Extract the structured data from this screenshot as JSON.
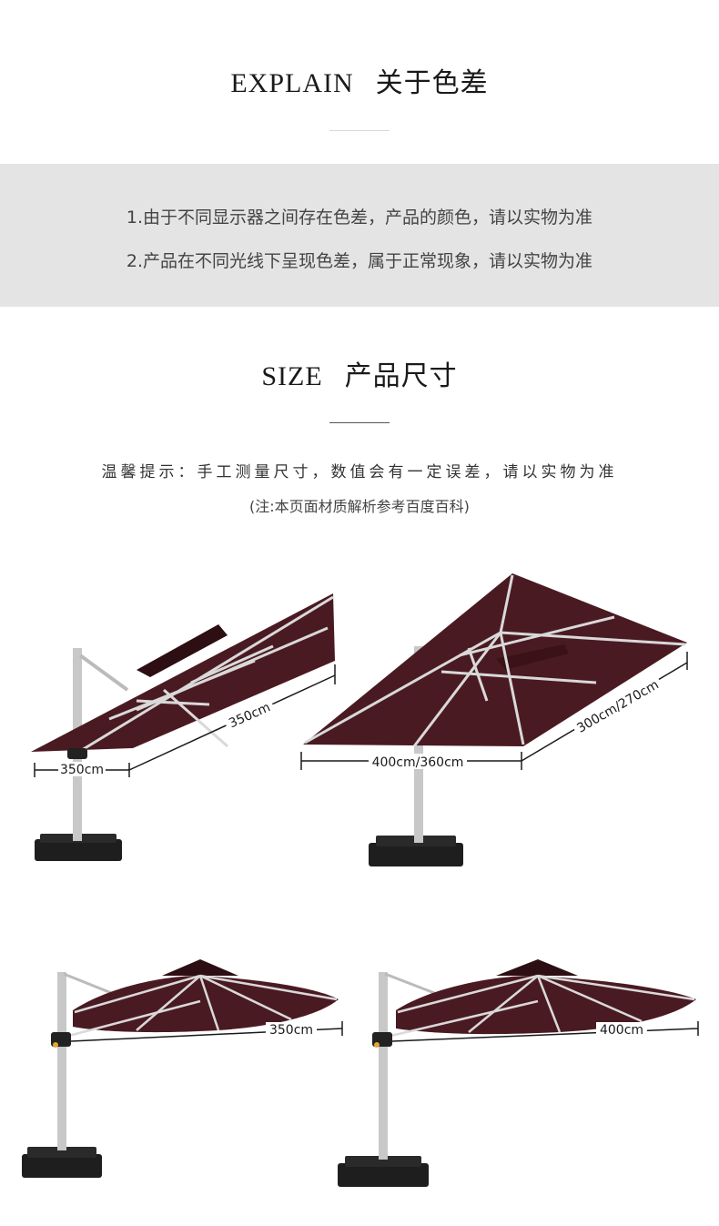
{
  "explain": {
    "title_en": "EXPLAIN",
    "title_cn": "关于色差",
    "lines": [
      "1.由于不同显示器之间存在色差，产品的颜色，请以实物为准",
      "2.产品在不同光线下呈现色差，属于正常现象，请以实物为准"
    ]
  },
  "size": {
    "title_en": "SIZE",
    "title_cn": "产品尺寸",
    "tip_label": "温馨提示：",
    "tip_text": "手工测量尺寸，数值会有一定误差，请以实物为准",
    "note": "(注:本页面材质解析参考百度百科)"
  },
  "products": [
    {
      "labels": [
        "350cm",
        "350cm"
      ]
    },
    {
      "labels": [
        "400cm/360cm",
        "300cm/270cm"
      ]
    },
    {
      "labels": [
        "350cm"
      ]
    },
    {
      "labels": [
        "400cm"
      ]
    }
  ],
  "colors": {
    "canopy": "#4a1a22",
    "canopy_shade": "#3a1218",
    "rib": "#d9d9d9",
    "pole": "#c8c8c8",
    "base": "#1e1e1e",
    "band": "#e4e4e4"
  }
}
